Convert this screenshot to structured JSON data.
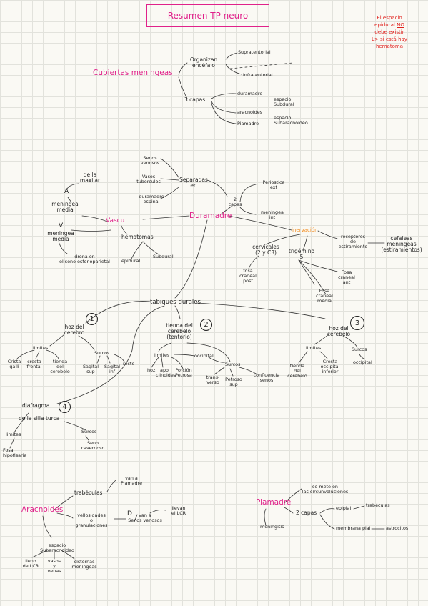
{
  "title": "Resumen TP neuro",
  "side_note": [
    "El espacio",
    "epidural",
    "NO",
    "debe existir",
    "L> si está hay",
    "hematoma"
  ],
  "cubiertas": {
    "main": "Cubiertas meningeas",
    "organizacion": [
      "Organizan",
      "encéfalo"
    ],
    "supra": "Supratentorial",
    "infra": "infratentorial",
    "capas": "3 capas",
    "duramadre": "duramadre",
    "espacio_sub": [
      "espacio",
      "Subdural"
    ],
    "aracnoides": "aracnoides",
    "espacio_subarac": [
      "espacio",
      "Subaracnoideo"
    ],
    "piamadre": "Piamadre"
  },
  "dura": {
    "main": "Duramadre",
    "senos_venosos": [
      "Senos",
      "venosos"
    ],
    "vasos_tuberculos": [
      "Vasos",
      "tuberculos"
    ],
    "duramadre_espinal": [
      "duramadre",
      "espinal"
    ],
    "separadas": [
      "Separadas",
      "en"
    ],
    "dos_capas": [
      "2",
      "capas"
    ],
    "periostica": [
      "Periostica",
      "ext"
    ],
    "meningea_int": [
      "meningea",
      "int"
    ],
    "vascu": "Vascu",
    "de_la_maxilar": [
      "de la",
      "maxilar"
    ],
    "meningea_media_a": [
      "meningea",
      "media"
    ],
    "meningea_media_v": [
      "meningea",
      "media"
    ],
    "drena": [
      "drena en",
      "el seno esfenoparietal"
    ],
    "hematomas": "hematomas",
    "epidural": "epidural",
    "subdural": "Subdural",
    "inervacion": "inervación",
    "receptores": [
      "receptores",
      "de",
      "estiramiento"
    ],
    "cefaleas": [
      "cefaleas",
      "meningeas",
      "(estiramientos)"
    ],
    "cervicales": [
      "cervicales",
      "(2 y C3)"
    ],
    "trigemino": [
      "trigémino",
      "5"
    ],
    "fosa_post": [
      "fosa",
      "craneal",
      "post"
    ],
    "fosa_ant": [
      "Fosa",
      "craneal",
      "ant"
    ],
    "fosa_media": [
      "Fosa",
      "craneal",
      "media"
    ]
  },
  "tabiques": {
    "main": "tabiques durales",
    "hoz_cerebro": [
      "hoz del",
      "cerebro"
    ],
    "n1": "1",
    "limites_1": "limites",
    "crista": [
      "Crista",
      "galli"
    ],
    "cresta_frontal": [
      "cresta",
      "frontal"
    ],
    "tienda_1": [
      "tienda",
      "del",
      "cerebelo"
    ],
    "surcos_1": "Surcos",
    "sagital_sup": [
      "Sagital",
      "sup"
    ],
    "sagital_inf": [
      "Sagital",
      "inf"
    ],
    "recto_1": "recto",
    "tienda_cerebelo": [
      "tienda del",
      "cerebelo",
      "(tentorio)"
    ],
    "n2": "2",
    "limites_2": "limites",
    "occipital_2": "occipital",
    "hoz_2": "hoz",
    "apofisis": [
      "apo",
      "clinoides"
    ],
    "porcion_petrosa": [
      "Porción",
      "Petrosa"
    ],
    "surcos_2": "Surcos",
    "transverso": [
      "trans-",
      "verso"
    ],
    "petroso_sup": [
      "Petroso",
      "sup"
    ],
    "confluencia": [
      "confluencia",
      "senos"
    ],
    "hoz_cerebelo": [
      "hoz del",
      "cerebelo"
    ],
    "n3": "3",
    "limites_3": "limites",
    "tienda_3": [
      "tienda",
      "del",
      "cerebelo"
    ],
    "cresta_occipital": [
      "Cresta",
      "occipital",
      "inferior"
    ],
    "surcos_3": "Surcos",
    "occipital_3": "occipital",
    "diafragma": "diafragma",
    "n4": "4",
    "silla_turca": "de la silla turca",
    "limites_4": "limites",
    "fosa_hipofisaria": [
      "Fosa",
      "hipofisaria"
    ],
    "surcos_4": "Surcos",
    "seno_cavernoso": [
      "Seno",
      "cavernoso"
    ]
  },
  "aracnoides": {
    "main": "Aracnoides",
    "trabeculas": "trabéculas",
    "van_piamadre": [
      "van a",
      "Piamadre"
    ],
    "vellosidades": [
      "vellosidades",
      "o",
      "granulaciones"
    ],
    "van_senos": [
      "van a",
      "Senos venosos"
    ],
    "llevan_lcr": [
      "llevan",
      "el LCR"
    ],
    "espacio_subarac": [
      "espacio",
      "Subaracnoideo"
    ],
    "lleno_lcr": [
      "lleno",
      "de LCR"
    ],
    "vasos_venas": [
      "vasos",
      "y",
      "venas"
    ],
    "cisternas": [
      "cisternas",
      "meningeas"
    ]
  },
  "pia": {
    "main": "Piamadre",
    "se_mete": [
      "se mete en",
      "las circunvoluciones"
    ],
    "dos_capas": "2 capas",
    "epipial": "epipial",
    "trabeculas": "trabéculas",
    "meningitis": "meningitis",
    "membrana": "membrana pial",
    "astrocitos": "astrocitos"
  }
}
